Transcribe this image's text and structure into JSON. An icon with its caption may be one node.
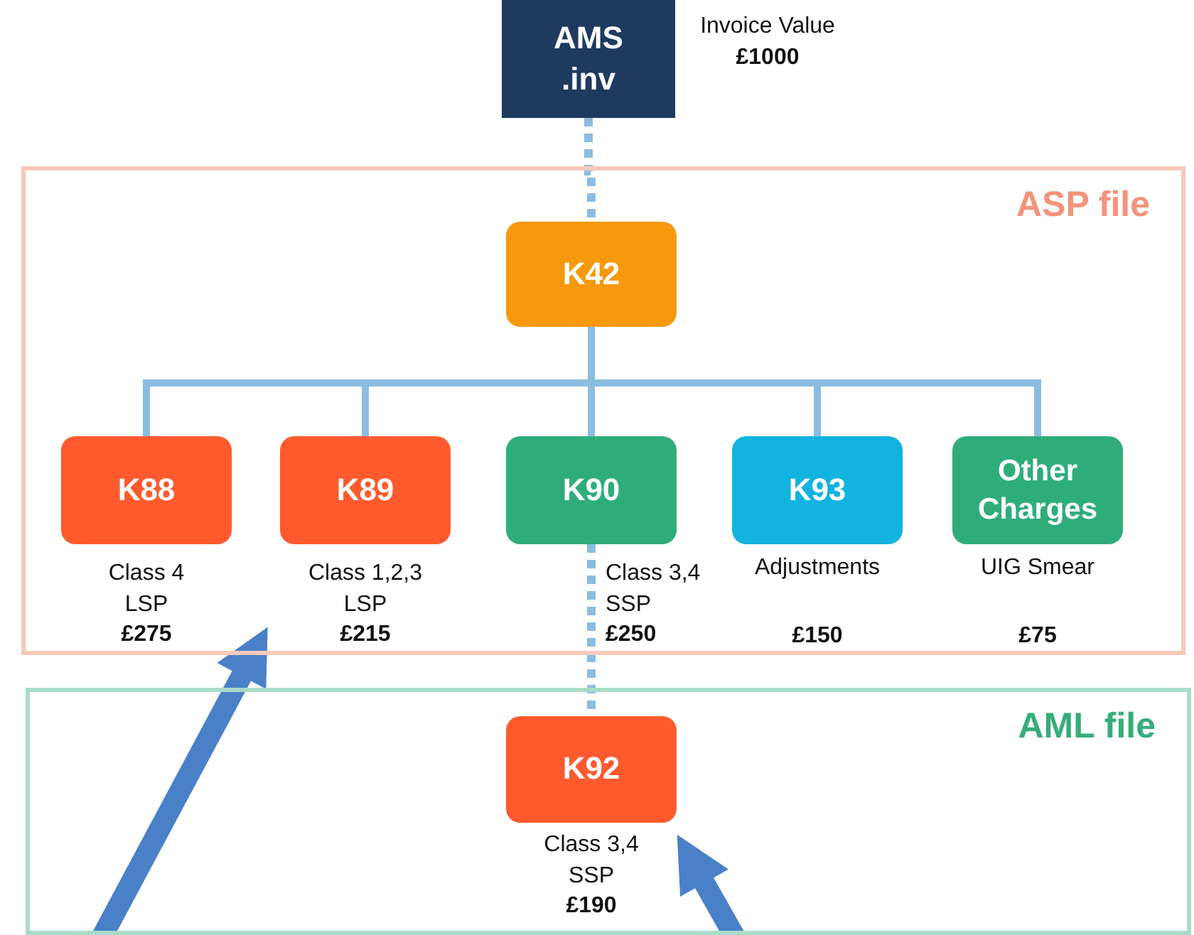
{
  "diagram": {
    "nodes": [
      {
        "text": [
          "AMS .inv"
        ],
        "beside": [
          "Invoice Value",
          "£1000"
        ]
      },
      {
        "text": [
          "ASP file"
        ]
      },
      {
        "text": [
          "K42"
        ],
        "in": 1
      },
      {
        "text": [
          "K88"
        ],
        "in": 1,
        "beside": [
          "Class 4 LSP",
          "£275"
        ]
      },
      {
        "text": [
          "K89"
        ],
        "in": 1,
        "beside": [
          "Class 1,2,3 LSP",
          "£215"
        ]
      },
      {
        "text": [
          "K90"
        ],
        "in": 1,
        "beside": [
          "Class 3,4 SSP",
          "£250"
        ]
      },
      {
        "text": [
          "K93"
        ],
        "in": 1,
        "beside": [
          "Adjustments",
          "£150"
        ]
      },
      {
        "text": [
          "Other Charges"
        ],
        "in": 1,
        "beside": [
          "UIG Smear",
          "£75"
        ]
      },
      {
        "text": [
          "AML file"
        ]
      },
      {
        "text": [
          "K92"
        ],
        "in": 8,
        "beside": [
          "Class 3,4 SSP",
          "£190"
        ]
      }
    ],
    "edges": [
      {
        "from": 0,
        "to": 2,
        "arrow": "none",
        "style": "dashed"
      },
      {
        "from": 2,
        "to": 3,
        "arrow": "none"
      },
      {
        "from": 2,
        "to": 4,
        "arrow": "none"
      },
      {
        "from": 2,
        "to": 5,
        "arrow": "none"
      },
      {
        "from": 2,
        "to": 6,
        "arrow": "none"
      },
      {
        "from": 2,
        "to": 7,
        "arrow": "none"
      },
      {
        "from": 5,
        "to": 9,
        "arrow": "none",
        "style": "dashed"
      },
      {
        "from": null,
        "to": 4,
        "arrow": "to",
        "style": "thick",
        "color": "#4a80c8"
      },
      {
        "from": null,
        "to": 9,
        "arrow": "to",
        "style": "thick",
        "color": "#4a80c8"
      }
    ]
  }
}
